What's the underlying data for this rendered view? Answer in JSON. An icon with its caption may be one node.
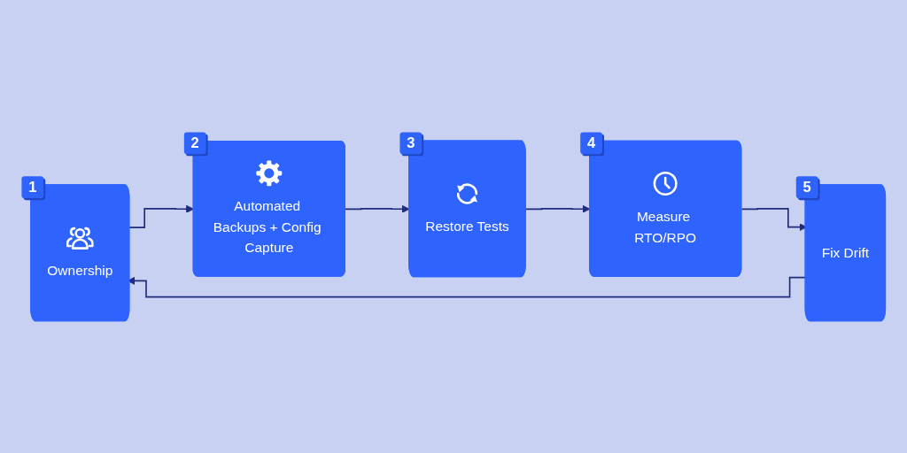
{
  "diagram": {
    "nodes": [
      {
        "text": [
          "Ownership"
        ],
        "beside": [
          "1"
        ]
      },
      {
        "text": [
          "Automated Backups + Config Capture"
        ],
        "beside": [
          "2"
        ]
      },
      {
        "text": [
          "Restore Tests"
        ],
        "beside": [
          "3"
        ]
      },
      {
        "text": [
          "Measure RTO/RPO"
        ],
        "beside": [
          "4"
        ]
      },
      {
        "text": [
          "Fix Drift"
        ],
        "beside": [
          "5"
        ]
      }
    ],
    "edges": [
      {
        "from": 0,
        "to": 1,
        "arrow": "to"
      },
      {
        "from": 1,
        "to": 2,
        "arrow": "to"
      },
      {
        "from": 2,
        "to": 3,
        "arrow": "to"
      },
      {
        "from": 3,
        "to": 4,
        "arrow": "to"
      },
      {
        "from": 4,
        "to": 0,
        "arrow": "to"
      }
    ]
  }
}
